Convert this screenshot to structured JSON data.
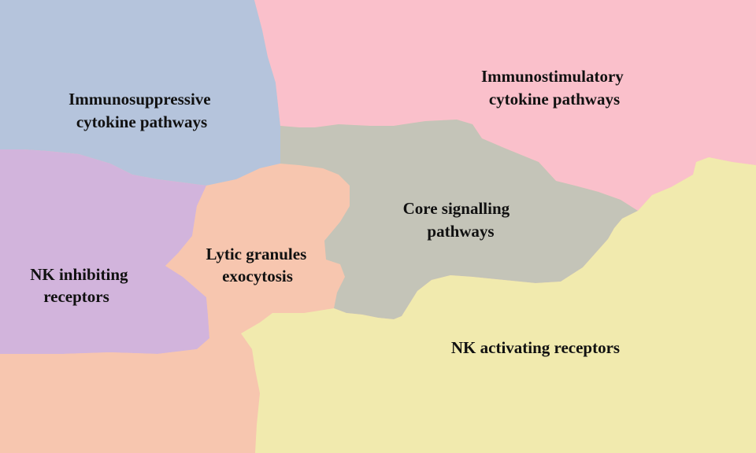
{
  "diagram": {
    "regions": [
      {
        "id": "immunosuppressive",
        "color": "#b5c4dc",
        "label_lines": [
          "Immunosuppressive",
          "cytokine pathways"
        ]
      },
      {
        "id": "immunostimulatory",
        "color": "#fac0cb",
        "label_lines": [
          "Immunostimulatory",
          "cytokine pathways"
        ]
      },
      {
        "id": "core-signalling",
        "color": "#c4c4b8",
        "label_lines": [
          "Core signalling",
          "pathways"
        ]
      },
      {
        "id": "nk-inhibiting",
        "color": "#d2b4dc",
        "label_lines": [
          "NK inhibiting",
          "receptors"
        ]
      },
      {
        "id": "lytic-granules",
        "color": "#f7c6af",
        "label_lines": [
          "Lytic granules",
          "exocytosis"
        ]
      },
      {
        "id": "nk-activating",
        "color": "#f1eaae",
        "label_lines": [
          "NK activating receptors"
        ]
      }
    ]
  }
}
